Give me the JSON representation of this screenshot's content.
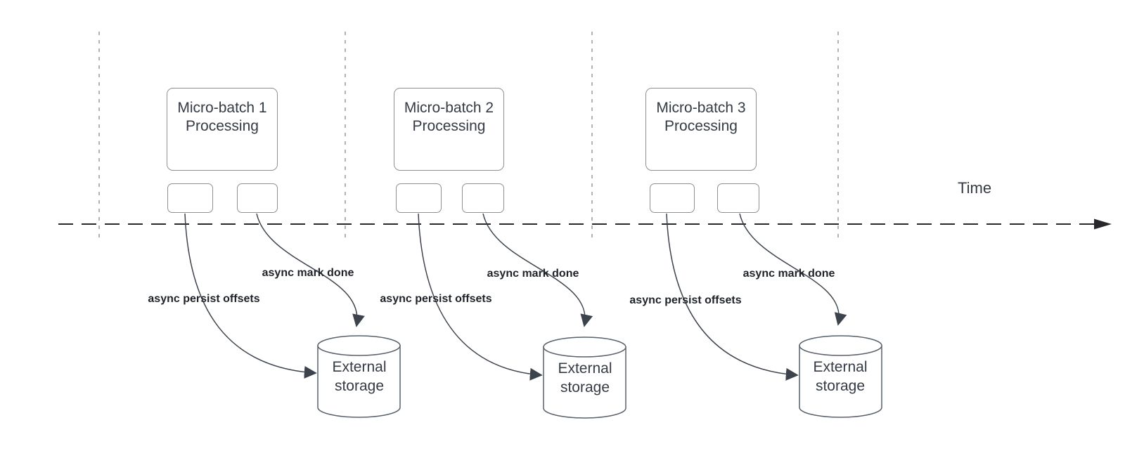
{
  "diagram": {
    "time_axis": {
      "label": "Time"
    },
    "groups": [
      {
        "box_line1": "Micro-batch 1",
        "box_line2": "Processing",
        "persist_label": "async persist offsets",
        "mark_done_label": "async mark done",
        "storage_label": "External storage"
      },
      {
        "box_line1": "Micro-batch 2",
        "box_line2": "Processing",
        "persist_label": "async persist offsets",
        "mark_done_label": "async mark done",
        "storage_label": "External storage"
      },
      {
        "box_line1": "Micro-batch 3",
        "box_line2": "Processing",
        "persist_label": "async persist offsets",
        "mark_done_label": "async mark done",
        "storage_label": "External storage"
      }
    ],
    "colors": {
      "timeline": "#26282c",
      "guide": "#b3b3b3",
      "arrow": "#3c434c",
      "boxBorder": "#8f8f8f",
      "cylinder": "#59616b",
      "text": "#353b44",
      "label": "#1f2329"
    }
  }
}
